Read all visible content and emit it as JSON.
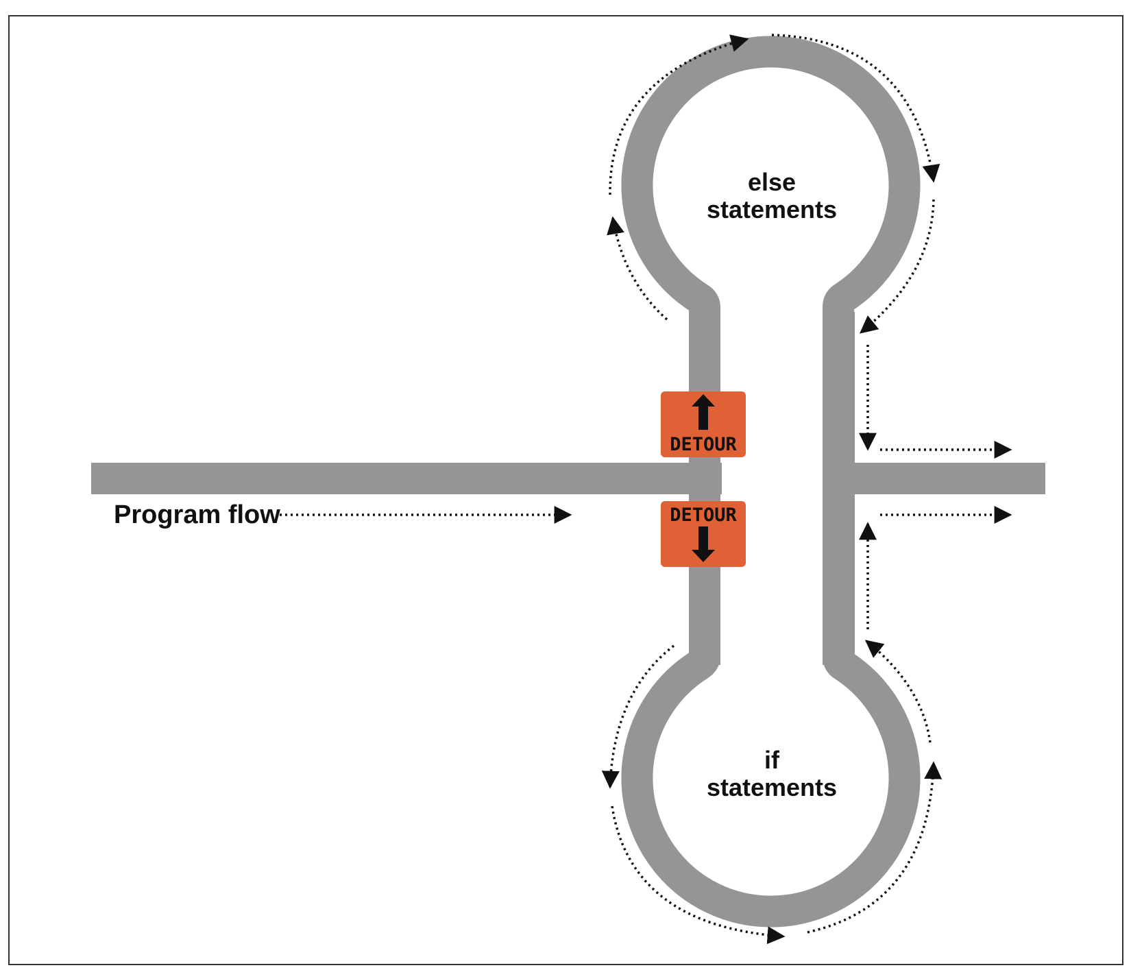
{
  "labels": {
    "program_flow": "Program flow",
    "else_line1": "else",
    "else_line2": "statements",
    "if_line1": "if",
    "if_line2": "statements"
  },
  "signs": {
    "top": {
      "text": "DETOUR",
      "arrow": "up-arrow-icon"
    },
    "bottom": {
      "text": "DETOUR",
      "arrow": "down-arrow-icon"
    }
  },
  "colors": {
    "road": "#959595",
    "sign": "#E06136",
    "ink": "#111111",
    "frame": "#333333",
    "background": "#FFFFFF"
  }
}
